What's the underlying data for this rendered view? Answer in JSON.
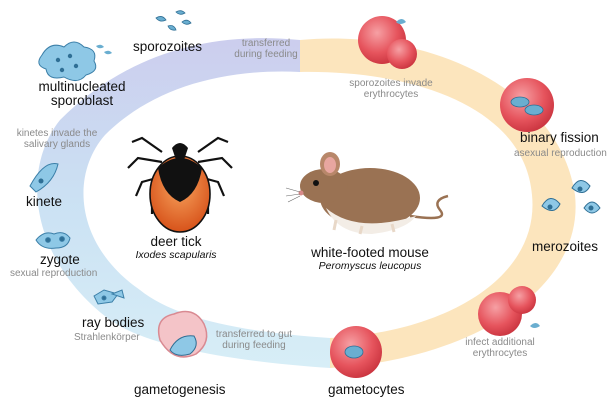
{
  "tick_phase": {
    "sporozoites": "sporozoites",
    "multinucleated_sporoblast": [
      "multinucleated",
      "sporoblast"
    ],
    "kinetes_invade_note": [
      "kinetes invade the",
      "salivary glands"
    ],
    "kinete": "kinete",
    "zygote": "zygote",
    "zygote_note": "sexual reproduction",
    "ray_bodies": "ray bodies",
    "ray_bodies_note": "Strahlenkörper",
    "gametogenesis": "gametogenesis"
  },
  "host_phase": {
    "transferred_during_feeding": [
      "transferred",
      "during feeding"
    ],
    "sporozoites_invade": [
      "sporozoites invade",
      "erythrocytes"
    ],
    "binary_fission": "binary fission",
    "binary_fission_note": "asexual reproduction",
    "merozoites": "merozoites",
    "infect_additional": [
      "infect additional",
      "erythrocytes"
    ],
    "gametocytes": "gametocytes",
    "transferred_to_gut": [
      "transferred to gut",
      "during feeding"
    ]
  },
  "hosts": {
    "tick_common": "deer tick",
    "tick_latin": "Ixodes scapularis",
    "mouse_common": "white-footed mouse",
    "mouse_latin": "Peromyscus leucopus"
  },
  "colors": {
    "tick_band": "#c9cdec",
    "tick_band_lower": "#cfe8f4",
    "host_band": "#fbe1b2",
    "erythrocyte": "#e8525e",
    "parasite": "#6aaed0",
    "tick_body": "#e35b1b",
    "mouse_body": "#9a7253"
  }
}
